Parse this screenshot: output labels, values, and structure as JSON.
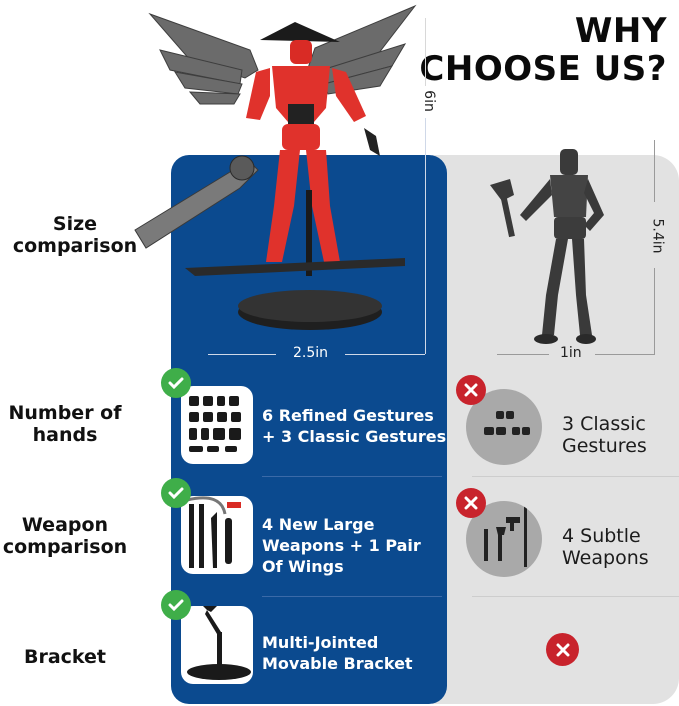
{
  "headline": {
    "line1": "WHY",
    "line2": "CHOOSE US?"
  },
  "colors": {
    "blue_panel": "#0b4a8f",
    "grey_panel": "#e2e2e2",
    "check_green": "#3fae49",
    "cross_red": "#c8232c",
    "figure_red": "#e0322c",
    "figure_dark": "#3a3a3a"
  },
  "rows": [
    {
      "label_line1": "Size",
      "label_line2": "comparison"
    },
    {
      "label_line1": "Number of",
      "label_line2": "hands"
    },
    {
      "label_line1": "Weapon",
      "label_line2": "comparison"
    },
    {
      "label_line1": "Bracket",
      "label_line2": ""
    }
  ],
  "size": {
    "ours_height": "6in",
    "ours_width": "2.5in",
    "theirs_height": "5.4in",
    "theirs_width": "1in"
  },
  "ours": {
    "hands": {
      "line1": "6 Refined Gestures",
      "line2": "+ 3 Classic Gestures",
      "icon": "hand-gestures-grid",
      "status": "check-icon"
    },
    "weapons": {
      "line1": "4 New Large",
      "line2": "Weapons + 1 Pair",
      "line3": "Of Wings",
      "icon": "weapons-set",
      "status": "check-icon"
    },
    "bracket": {
      "line1": "Multi-Jointed",
      "line2": "Movable Bracket",
      "icon": "stand-bracket",
      "status": "check-icon"
    }
  },
  "theirs": {
    "hands": {
      "line1": "3 Classic",
      "line2": "Gestures",
      "icon": "hand-gestures-small",
      "status": "cross-icon"
    },
    "weapons": {
      "line1": "4 Subtle",
      "line2": "Weapons",
      "icon": "weapons-small",
      "status": "cross-icon"
    },
    "bracket": {
      "status": "cross-icon"
    }
  }
}
